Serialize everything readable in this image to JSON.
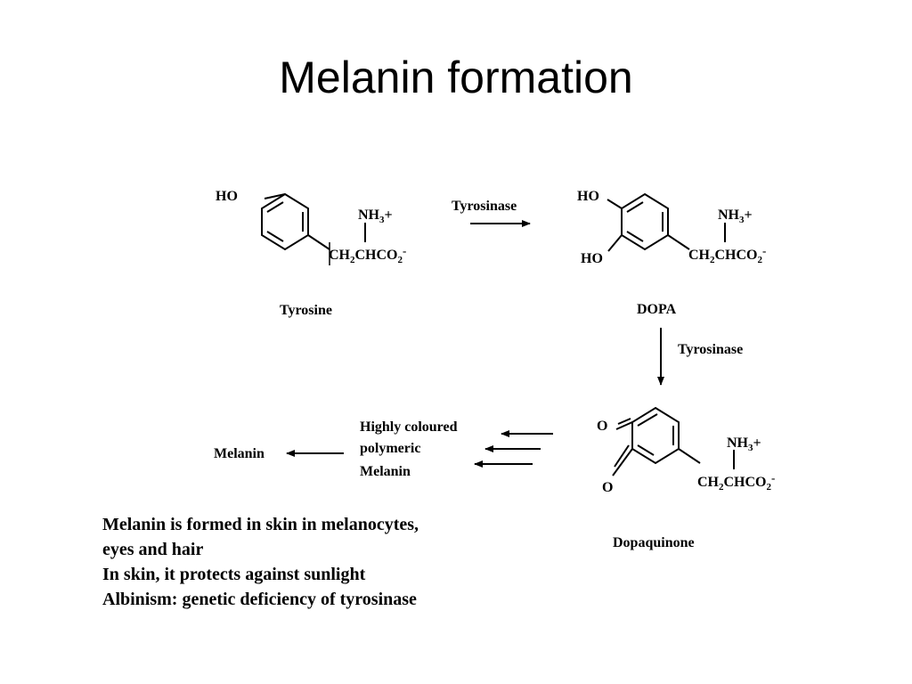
{
  "slide": {
    "title": "Melanin formation"
  },
  "diagram": {
    "tyrosine": {
      "ho": "HO",
      "chain_top": "NH",
      "chain_top_sub": "3",
      "chain_top_end": "+",
      "chain_a": "CH",
      "chain_a_sub": "2",
      "chain_b": "CHCO",
      "chain_b_sub": "2",
      "chain_b_end": "-",
      "name": "Tyrosine"
    },
    "step1_enzyme": "Tyrosinase",
    "dopa": {
      "ho_top": "HO",
      "ho_bottom": "HO",
      "name": "DOPA"
    },
    "step2_enzyme": "Tyrosinase",
    "dopaquinone": {
      "o_top": "O",
      "o_bottom": "O",
      "name": "Dopaquinone"
    },
    "polymer": [
      "Highly coloured",
      "polymeric",
      "Melanin"
    ],
    "product": "Melanin"
  },
  "notes": [
    "Melanin is formed in skin in melanocytes,",
    "eyes and hair",
    "In skin, it protects against sunlight",
    "Albinism: genetic deficiency of tyrosinase"
  ]
}
